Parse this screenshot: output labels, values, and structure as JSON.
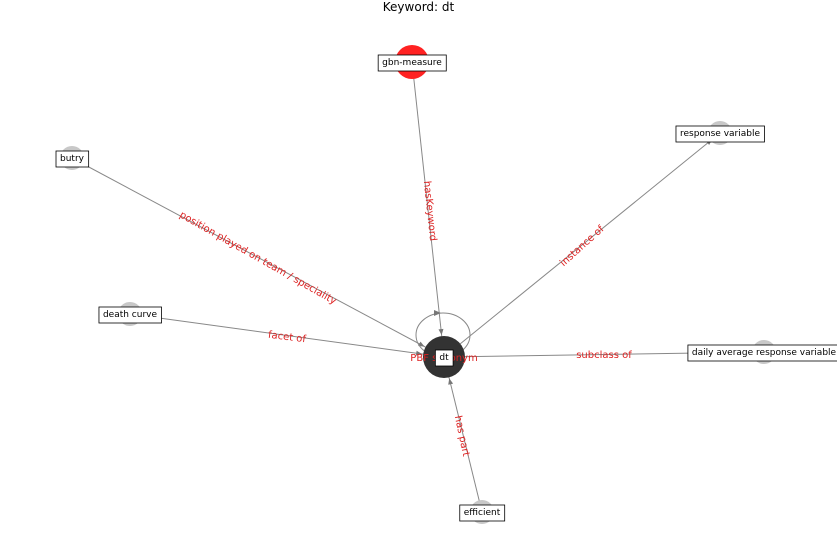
{
  "title": "Keyword: dt",
  "colors": {
    "center_node": "#333333",
    "highlight_node": "#ff2222",
    "peripheral_node": "#c8c8c8",
    "edge": "#888888",
    "edge_label": "#dd2222"
  },
  "center": {
    "label": "dt",
    "edge_label": "PBF synonym"
  },
  "nodes": [
    {
      "id": "gbn",
      "label": "gbn-measure",
      "type": "highlight"
    },
    {
      "id": "butry",
      "label": "butry",
      "type": "peripheral"
    },
    {
      "id": "resp",
      "label": "response variable",
      "type": "peripheral"
    },
    {
      "id": "death",
      "label": "death curve",
      "type": "peripheral"
    },
    {
      "id": "daily",
      "label": "daily average response variable",
      "type": "peripheral"
    },
    {
      "id": "eff",
      "label": "efficient",
      "type": "peripheral"
    }
  ],
  "edges": [
    {
      "from": "gbn",
      "to": "center",
      "label": "hasKeyword"
    },
    {
      "from": "butry",
      "to": "center",
      "label": "position played on team / speciality"
    },
    {
      "from": "center",
      "to": "resp",
      "label": "instance of"
    },
    {
      "from": "death",
      "to": "center",
      "label": "facet of"
    },
    {
      "from": "center",
      "to": "daily",
      "label": "subclass of"
    },
    {
      "from": "eff",
      "to": "center",
      "label": "has part"
    }
  ]
}
